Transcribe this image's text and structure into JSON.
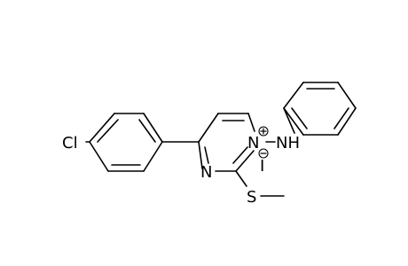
{
  "molecule": {
    "atom_labels": {
      "chlorine": "Cl",
      "pyrimidine_n3": "N",
      "pyrimidine_n1": "N",
      "amine": "NH",
      "iodine": "I",
      "sulfur": "S"
    },
    "charges": {
      "n1": "+",
      "iodide": "−"
    }
  },
  "colors": {
    "ink": "#000000",
    "background": "#ffffff"
  }
}
